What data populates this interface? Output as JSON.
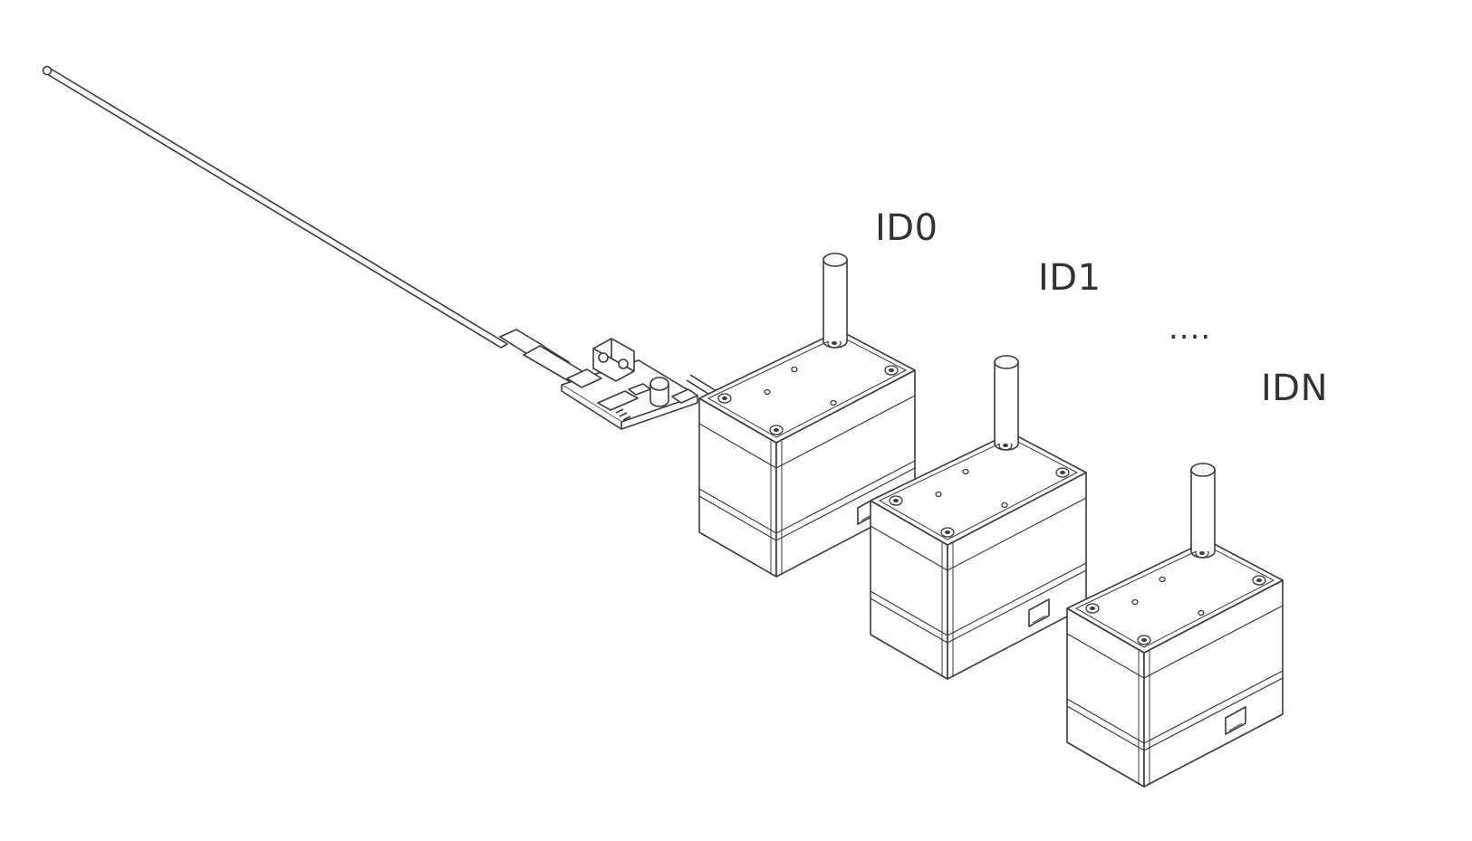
{
  "labels": {
    "first_servo": "ID0",
    "second_servo": "ID1",
    "ellipsis": "....",
    "last_servo": "IDN"
  },
  "colors": {
    "line": "#3a3a3a",
    "fill": "#ffffff",
    "label_text": "#333333"
  },
  "icons": {
    "cable": "usb-cable-icon",
    "controller": "controller-board-icon",
    "servo": "servo-motor-icon"
  }
}
